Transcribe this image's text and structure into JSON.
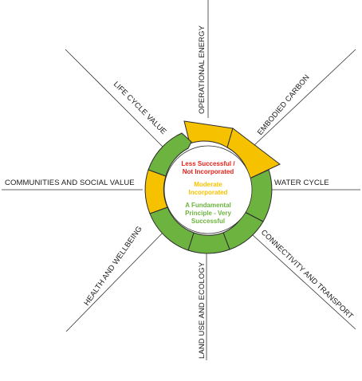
{
  "colors": {
    "green": "#6db33f",
    "yellow": "#f6c200",
    "red": "#e2231a",
    "outline": "#2b2b2b",
    "line": "#333333"
  },
  "axes": {
    "operational_energy": "OPERATIONAL ENERGY",
    "embodied_carbon": "EMBODIED CARBON",
    "water_cycle": "WATER CYCLE",
    "connectivity_transport": "CONNECTIVITY AND TRANSPORT",
    "land_use_ecology": "LAND USE AND ECOLOGY",
    "health_wellbeing": "HEALTH AND WELLBEING",
    "communities_social_value": "COMMUNITIES AND SOCIAL VALUE",
    "life_cycle_value": "LIFE CYCLE VALUE"
  },
  "legend": {
    "less_successful_line1": "Less Successful /",
    "less_successful_line2": "Not Incorporated",
    "moderate_line1": "Moderate",
    "moderate_line2": "Incorporated",
    "fundamental_line1": "A Fundamental",
    "fundamental_line2": "Principle - Very",
    "fundamental_line3": "Successful"
  }
}
